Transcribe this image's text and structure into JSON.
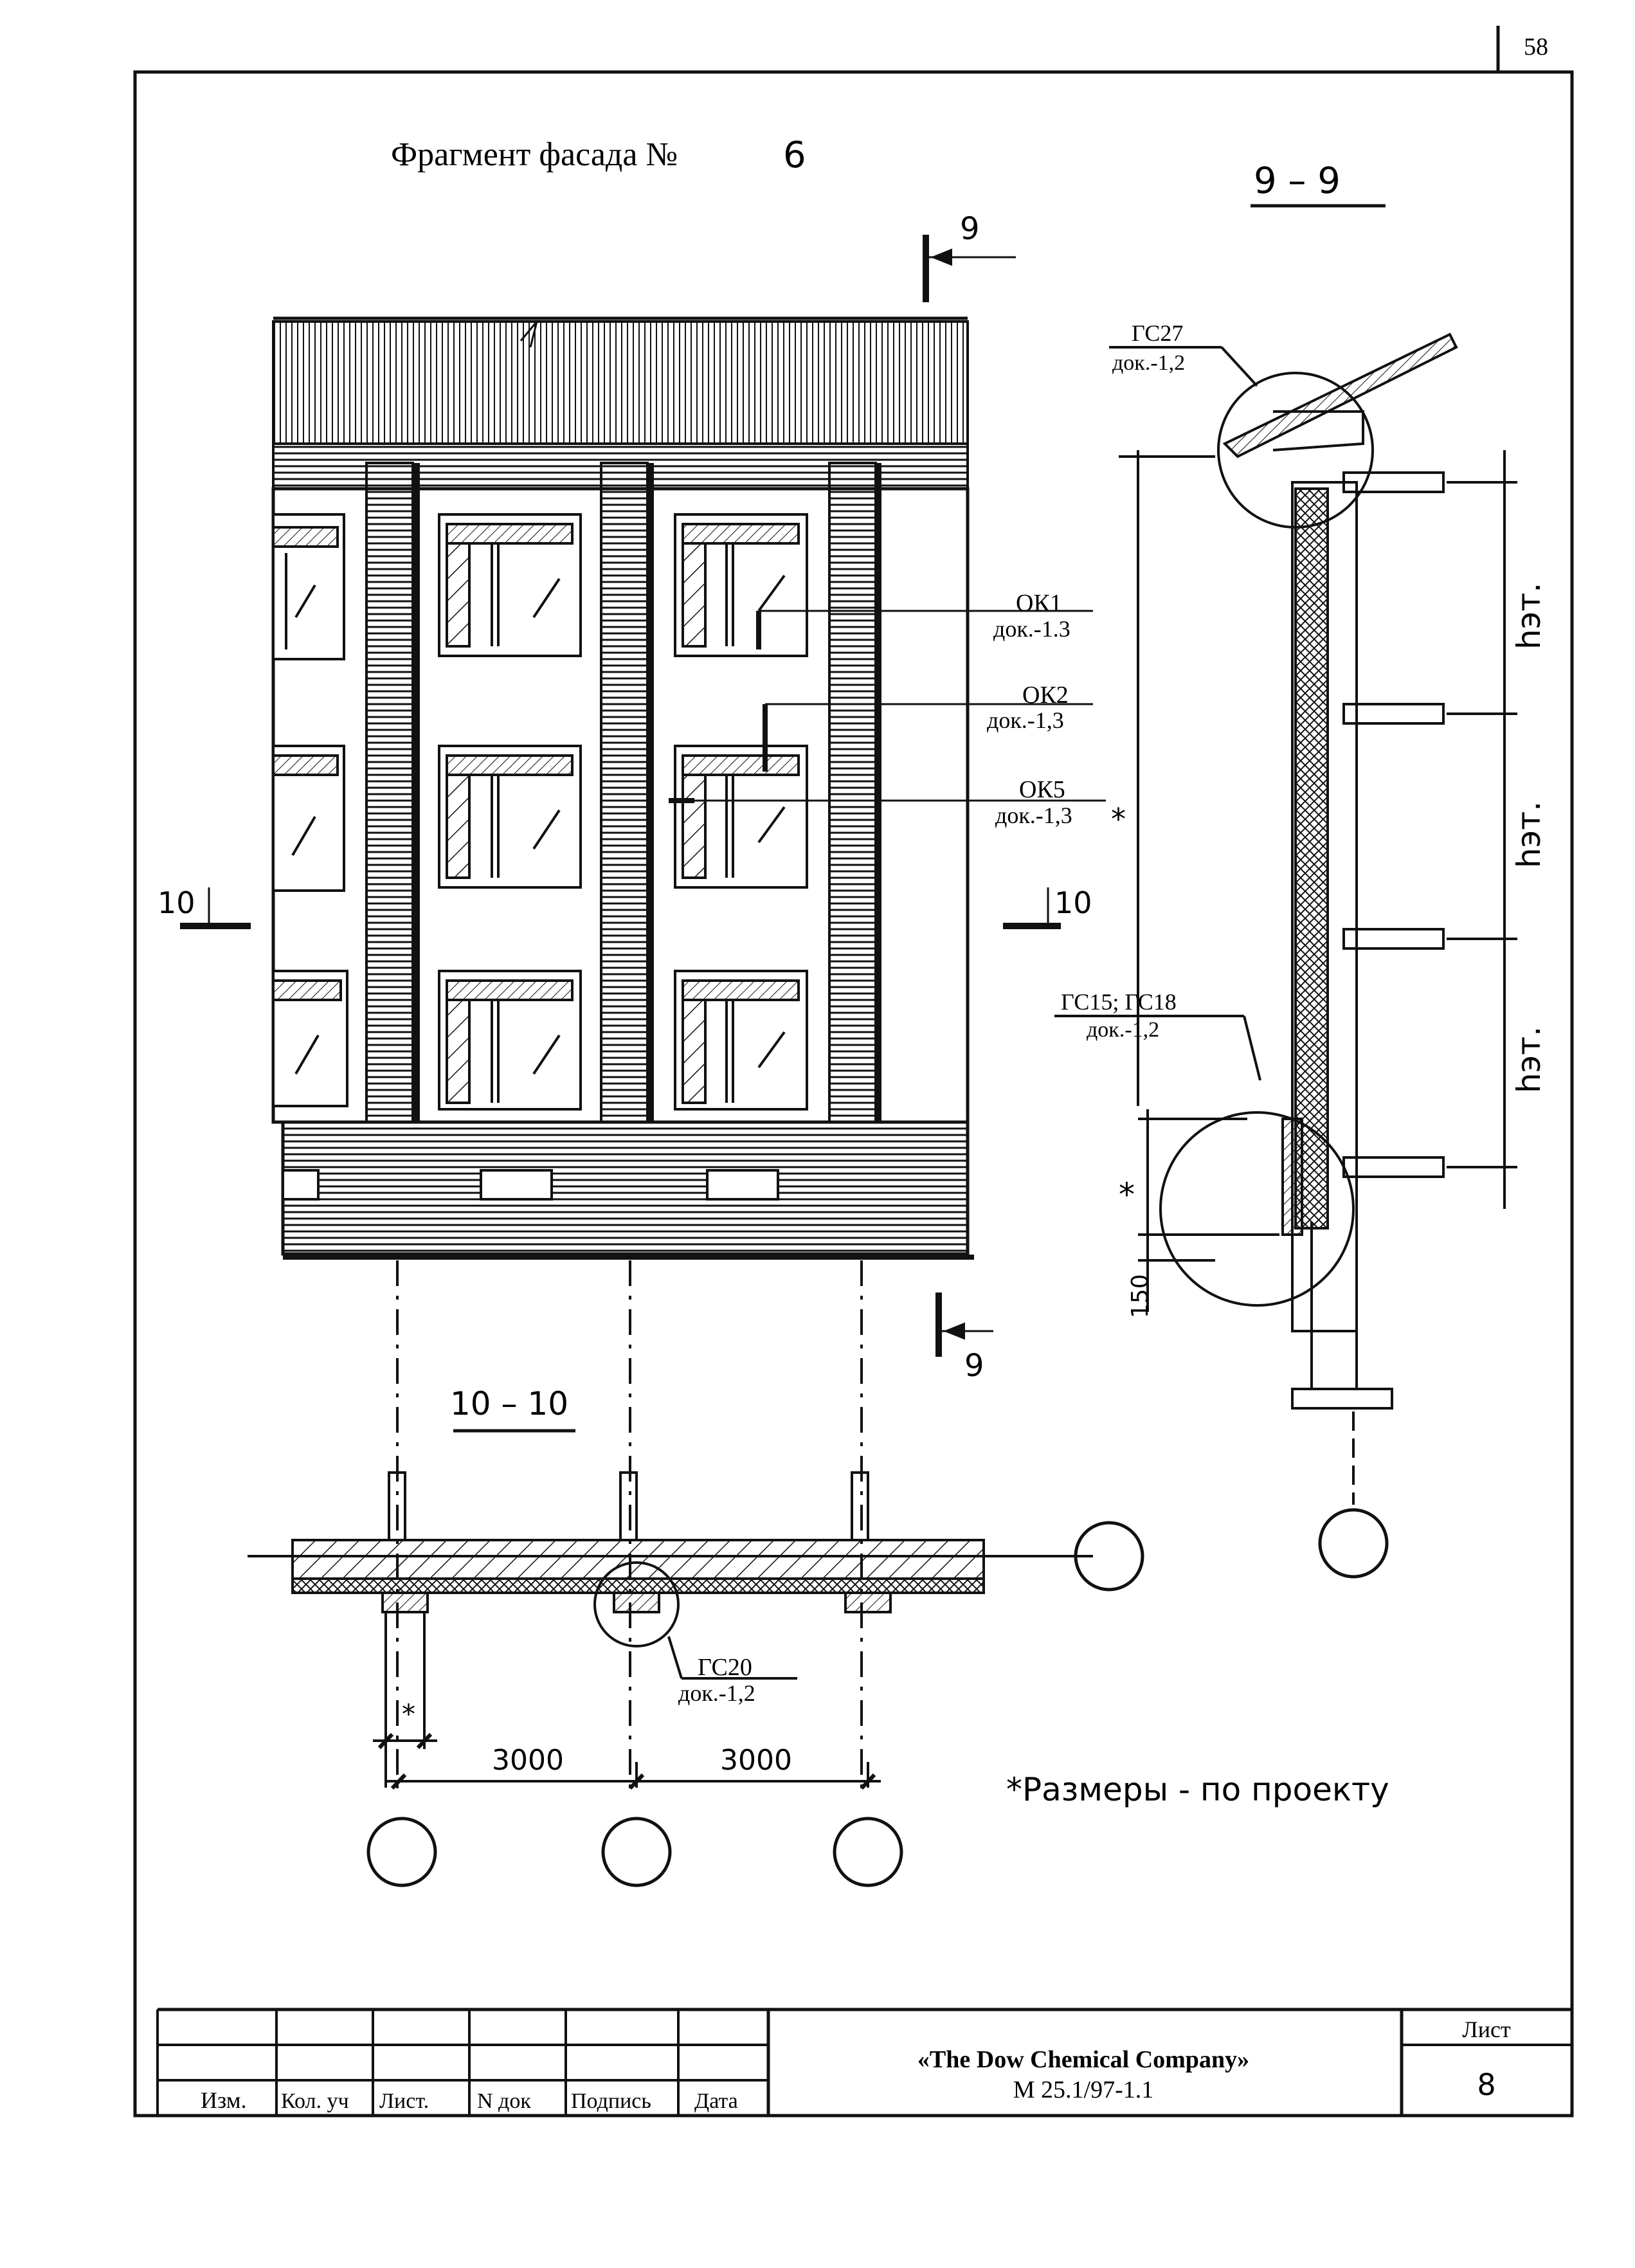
{
  "page_number": "58",
  "title": "Фрагмент фасада №",
  "title_number": "6",
  "sections": {
    "section_9": "9 – 9",
    "section_10": "10 – 10",
    "cut_9": "9",
    "cut_10": "10"
  },
  "callouts": {
    "ok1": {
      "code": "ОК1",
      "doc": "док.-1.3"
    },
    "ok2": {
      "code": "ОК2",
      "doc": "док.-1,3"
    },
    "ok5": {
      "code": "ОК5",
      "doc": "док.-1,3"
    },
    "gs27": {
      "code": "ГС27",
      "doc": "док.-1,2"
    },
    "gs15_18": {
      "code": "ГС15; ГС18",
      "doc": "док.-1,2"
    },
    "gs20": {
      "code": "ГС20",
      "doc": "док.-1,2"
    }
  },
  "dimensions": {
    "floor_height": "hэт.",
    "asterisk": "*",
    "plinth": "150",
    "span_1": "3000",
    "span_2": "3000"
  },
  "note": "*Размеры - по проекту",
  "title_block": {
    "company": "«The Dow Chemical Company»",
    "doc_code": "М 25.1/97-1.1",
    "sheet_label": "Лист",
    "sheet_number": "8",
    "cols": [
      "Изм.",
      "Кол. уч",
      "Лист.",
      "N док",
      "Подпись",
      "Дата"
    ]
  }
}
